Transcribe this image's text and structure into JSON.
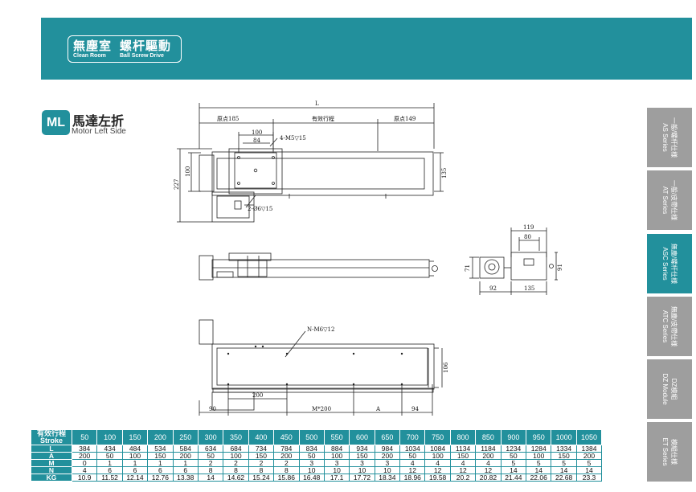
{
  "header": {
    "title_cn_1": "無塵室",
    "title_cn_2": "螺杆驅動",
    "title_en_1": "Clean Room",
    "title_en_2": "Ball Screw Drive"
  },
  "section": {
    "badge": "ML",
    "title": "馬達左折",
    "subtitle": "Motor Left Side"
  },
  "sidebar": [
    {
      "cn": "一般/螺杆仕様",
      "en": "AS Series",
      "active": false
    },
    {
      "cn": "一般/皮帶仕様",
      "en": "AT Series",
      "active": false
    },
    {
      "cn": "無塵/螺杆仕様",
      "en": "ASC Series",
      "active": true
    },
    {
      "cn": "無塵/皮帶仕様",
      "en": "ATC Series",
      "active": false
    },
    {
      "cn": "DZ模組",
      "en": "DZ Module",
      "active": false
    },
    {
      "cn": "模組仕様",
      "en": "ET Series",
      "active": false
    }
  ],
  "drawing": {
    "top_view": {
      "overall": "L",
      "origin_left": "原点185",
      "effective_stroke": "有效行程",
      "origin_right": "原点149",
      "dim_100": "100",
      "dim_84": "84",
      "hole_note_1": "4-M5▽15",
      "hole_note_2": "2-Ø6▽15",
      "dim_height_inner": "100",
      "dim_height_total": "227",
      "dim_height_rail": "135"
    },
    "end_view": {
      "dim_119": "119",
      "dim_80": "80",
      "dim_91": "91",
      "dim_71": "71",
      "dim_92": "92",
      "dim_135": "135"
    },
    "bottom_view": {
      "hole_note": "N-M6▽12",
      "dim_200": "200",
      "dim_90": "90",
      "dim_m200": "M*200",
      "dim_a": "A",
      "dim_94": "94",
      "dim_106": "106"
    }
  },
  "spec_table": {
    "header_label_cn": "有效行程",
    "header_label_en": "Stroke",
    "strokes": [
      "50",
      "100",
      "150",
      "200",
      "250",
      "300",
      "350",
      "400",
      "450",
      "500",
      "550",
      "600",
      "650",
      "700",
      "750",
      "800",
      "850",
      "900",
      "950",
      "1000",
      "1050"
    ],
    "rows": [
      {
        "label": "L",
        "values": [
          "384",
          "434",
          "484",
          "534",
          "584",
          "634",
          "684",
          "734",
          "784",
          "834",
          "884",
          "934",
          "984",
          "1034",
          "1084",
          "1134",
          "1184",
          "1234",
          "1284",
          "1334",
          "1384"
        ]
      },
      {
        "label": "A",
        "values": [
          "200",
          "50",
          "100",
          "150",
          "200",
          "50",
          "100",
          "150",
          "200",
          "50",
          "100",
          "150",
          "200",
          "50",
          "100",
          "150",
          "200",
          "50",
          "100",
          "150",
          "200"
        ]
      },
      {
        "label": "M",
        "values": [
          "0",
          "1",
          "1",
          "1",
          "1",
          "2",
          "2",
          "2",
          "2",
          "3",
          "3",
          "3",
          "3",
          "4",
          "4",
          "4",
          "4",
          "5",
          "5",
          "5",
          "5"
        ]
      },
      {
        "label": "N",
        "values": [
          "4",
          "6",
          "6",
          "6",
          "6",
          "8",
          "8",
          "8",
          "8",
          "10",
          "10",
          "10",
          "10",
          "12",
          "12",
          "12",
          "12",
          "14",
          "14",
          "14",
          "14"
        ]
      },
      {
        "label": "KG",
        "values": [
          "10.9",
          "11.52",
          "12.14",
          "12.76",
          "13.38",
          "14",
          "14.62",
          "15.24",
          "15.86",
          "16.48",
          "17.1",
          "17.72",
          "18.34",
          "18.96",
          "19.58",
          "20.2",
          "20.82",
          "21.44",
          "22.06",
          "22.68",
          "23.3"
        ]
      }
    ]
  },
  "colors": {
    "brand_teal": "#22909c",
    "sidebar_gray": "#9e9e9e"
  }
}
